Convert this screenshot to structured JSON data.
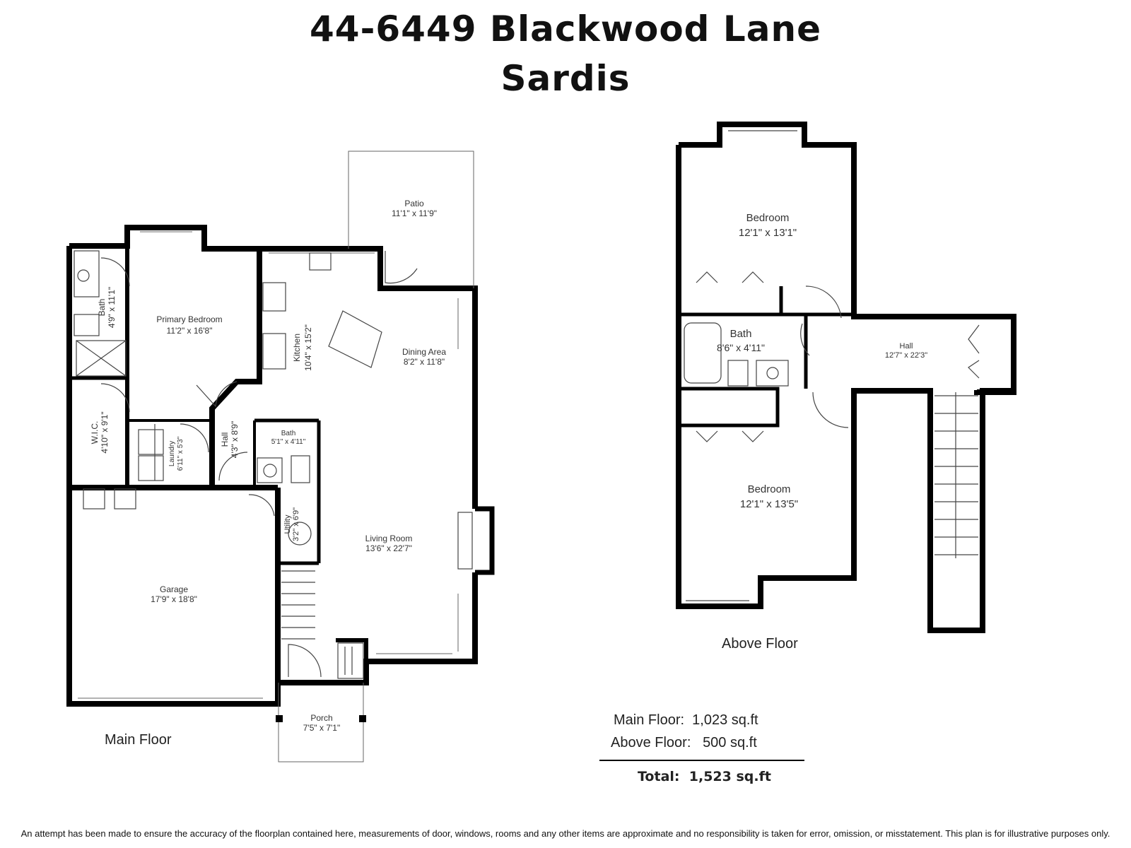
{
  "title": {
    "line1": "44-6449 Blackwood Lane",
    "line2": "Sardis"
  },
  "main_floor": {
    "label": "Main Floor",
    "rooms": [
      {
        "name": "Patio",
        "dims": "11'1\" x 11'9\""
      },
      {
        "name": "Primary Bedroom",
        "dims": "11'2\" x 16'8\""
      },
      {
        "name": "Bath",
        "dims": "4'9\" x 11'1\""
      },
      {
        "name": "Kitchen",
        "dims": "10'4\" x 15'2\""
      },
      {
        "name": "Dining Area",
        "dims": "8'2\" x 11'8\""
      },
      {
        "name": "W.I.C.",
        "dims": "4'10\" x 9'1\""
      },
      {
        "name": "Laundry",
        "dims": "6'11\" x 5'3\""
      },
      {
        "name": "Hall",
        "dims": "4'3\" x 8'9\""
      },
      {
        "name": "Bath",
        "dims": "5'1\" x 4'11\""
      },
      {
        "name": "Utility",
        "dims": "3'2\" x 6'9\""
      },
      {
        "name": "Living Room",
        "dims": "13'6\" x 22'7\""
      },
      {
        "name": "Garage",
        "dims": "17'9\" x 18'8\""
      },
      {
        "name": "Porch",
        "dims": "7'5\" x 7'1\""
      }
    ]
  },
  "above_floor": {
    "label": "Above Floor",
    "rooms": [
      {
        "name": "Bedroom",
        "dims": "12'1\" x 13'1\""
      },
      {
        "name": "Bath",
        "dims": "8'6\" x 4'11\""
      },
      {
        "name": "Hall",
        "dims": "12'7\" x 22'3\""
      },
      {
        "name": "Bedroom",
        "dims": "12'1\" x 13'5\""
      }
    ]
  },
  "areas": {
    "main_label": "Main Floor:",
    "main_value": "1,023 sq.ft",
    "above_label": "Above Floor:",
    "above_value": "500 sq.ft",
    "total_label": "Total:",
    "total_value": "1,523 sq.ft"
  },
  "disclaimer": "An attempt has been made to ensure the accuracy of the floorplan contained here, measurements of door, windows, rooms and any other items are approximate and no responsibility is taken for error, omission, or misstatement. This plan is for illustrative purposes only."
}
